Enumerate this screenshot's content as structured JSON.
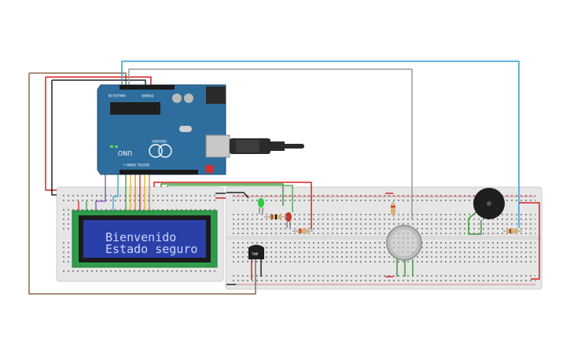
{
  "lcd": {
    "line1": "Bienvenido",
    "line2": "Estado seguro"
  },
  "arduino": {
    "brand": "ARDUINO",
    "model": "UNO",
    "power_label": "POWER",
    "analog_label": "ANALOG IN",
    "digital_label": "DIGITAL (PWM~)"
  },
  "sensor": {
    "label": "TMP"
  },
  "colors": {
    "breadboard": "#e6e6e6",
    "arduino": "#2e6e9e",
    "lcd_pcb": "#2d9d4a",
    "lcd_screen": "#2b3fa8",
    "wire_red": "#d62020",
    "wire_black": "#222222",
    "wire_blue": "#2a9fd6",
    "wire_gray": "#9a9a9a",
    "wire_brown": "#8a6a4a",
    "wire_green": "#3a9c3a"
  }
}
